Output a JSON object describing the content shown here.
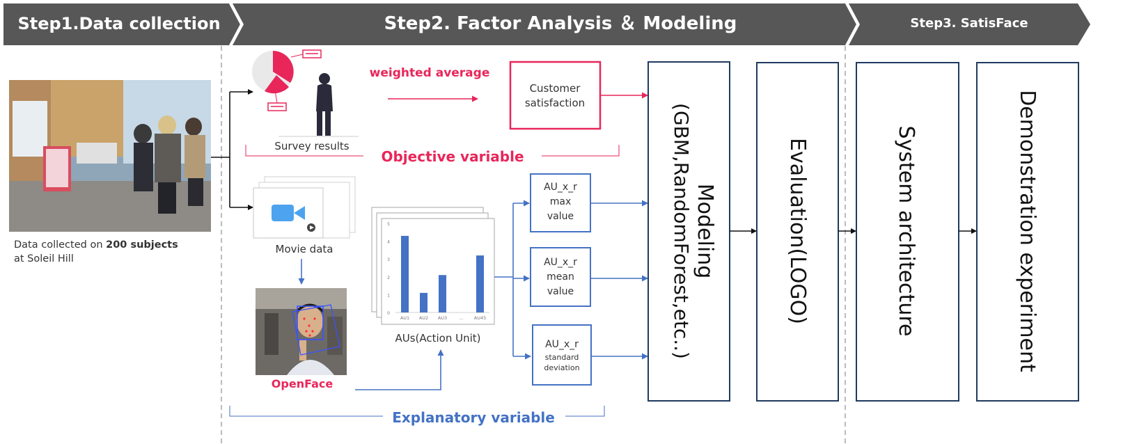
{
  "steps": {
    "step1": "Step1.Data collection",
    "step2": "Step2. Factor Analysis ＆ Modeling",
    "step3": "Step3. SatisFace"
  },
  "data_collection": {
    "caption_prefix": "Data collected on ",
    "caption_bold": "200 subjects",
    "caption_line2": "at Soleil Hill"
  },
  "survey": {
    "label": "Survey results",
    "weighted_average": "weighted average",
    "satisfaction_line1": "Customer",
    "satisfaction_line2": "satisfaction",
    "objective_variable": "Objective variable"
  },
  "movie": {
    "label": "Movie data",
    "openface": "OpenFace"
  },
  "aus": {
    "label": "AUs(Action Unit)",
    "chart_data": {
      "type": "bar",
      "categories": [
        "AU1",
        "AU2",
        "AU3",
        "…",
        "AU45"
      ],
      "values": [
        4.3,
        1.1,
        2.1,
        null,
        3.2
      ],
      "ylim": [
        0,
        5
      ],
      "yticks": [
        "0",
        "1",
        "2",
        "3",
        "4",
        "5"
      ],
      "bar_color": "#4472c4"
    }
  },
  "features": [
    {
      "line1": "AU_x_r",
      "line2": "max",
      "line3": "value"
    },
    {
      "line1": "AU_x_r",
      "line2": "mean",
      "line3": "value"
    },
    {
      "line1": "AU_x_r",
      "line2": "standard",
      "line3": "deviation"
    }
  ],
  "explanatory_variable": "Explanatory variable",
  "columns": {
    "modeling_line1": "Modeling",
    "modeling_line2": "(GBM,RandomForest,etc..)",
    "evaluation": "Evaluation(LOGO)",
    "system": "System architecture",
    "demo": "Demonstration experiment"
  },
  "colors": {
    "banner": "#575757",
    "accent_red": "#e8265a",
    "accent_blue": "#4472c4",
    "box_border": "#1f3a5f"
  }
}
